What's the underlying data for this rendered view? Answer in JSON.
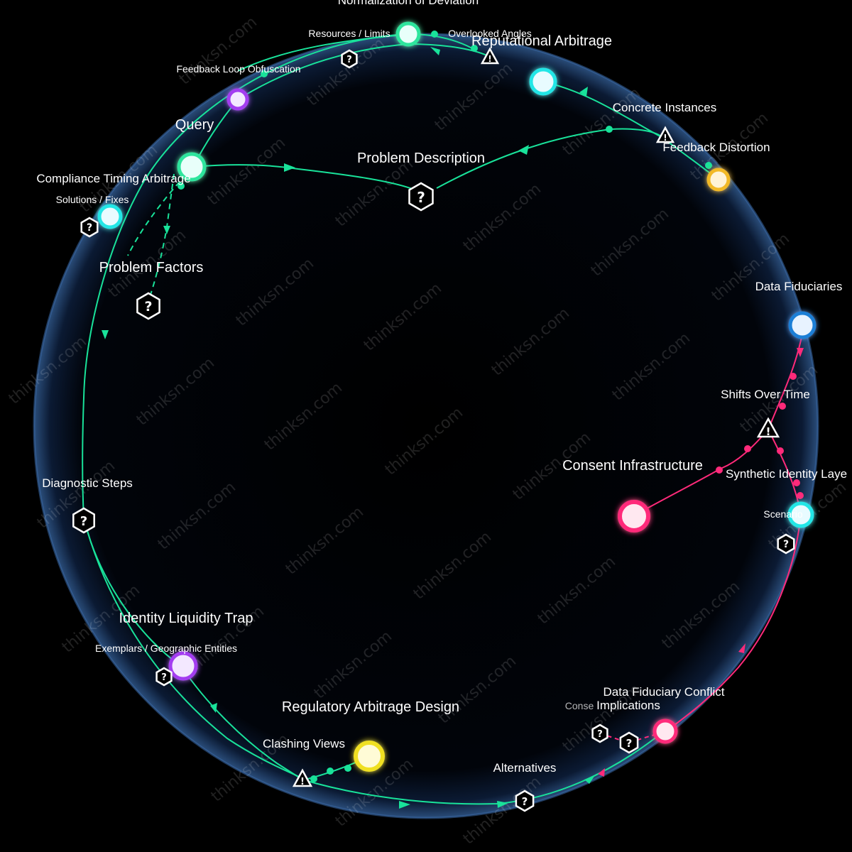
{
  "watermark": "thinksn.com",
  "colors": {
    "background": "#000000",
    "sphere_edge": "#2a4d7a",
    "green_path": "#19e29a",
    "pink_path": "#ff2a7a",
    "node_cyan": "#22e6e6",
    "node_blue": "#1f7fd6",
    "node_green": "#2ee59d",
    "node_purple": "#a33cf0",
    "node_yellow": "#f0e020",
    "node_gold": "#f2b928",
    "node_pink": "#ff2a7a"
  },
  "labels": {
    "normalization": "Normalization of Deviation",
    "resources": "Resources / Limits",
    "overlooked": "Overlooked Angles",
    "reputational": "Reputational Arbitrage",
    "feedback_loop": "Feedback Loop Obfuscation",
    "concrete": "Concrete Instances",
    "query": "Query",
    "feedback_distortion": "Feedback Distortion",
    "problem_description": "Problem Description",
    "compliance": "Compliance Timing Arbitrage",
    "solutions": "Solutions / Fixes",
    "problem_factors": "Problem Factors",
    "data_fiduciaries": "Data Fiduciaries",
    "shifts": "Shifts Over Time",
    "consent": "Consent Infrastructure",
    "synthetic": "Synthetic Identity Laye",
    "diagnostic": "Diagnostic Steps",
    "scenario": "Scenario",
    "identity_trap": "Identity Liquidity Trap",
    "exemplars": "Exemplars / Geographic Entities",
    "data_conflict": "Data Fiduciary Conflict",
    "consequences": "Conse",
    "implications": "Implications",
    "regulatory": "Regulatory Arbitrage Design",
    "clashing": "Clashing Views",
    "alternatives": "Alternatives"
  }
}
